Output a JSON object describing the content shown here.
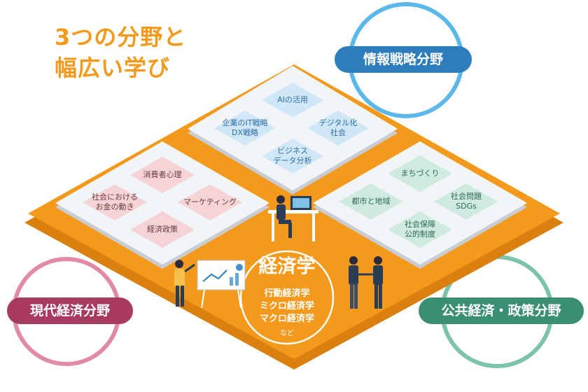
{
  "title": {
    "line1": "3つの分野と",
    "line2": "幅広い学び"
  },
  "fields": {
    "info": {
      "label": "情報戦略分野",
      "color": "#2d7dbd",
      "ring": "#5cb8e8"
    },
    "modern": {
      "label": "現代経済分野",
      "color": "#a8395f",
      "ring": "#e08aa8"
    },
    "public": {
      "label": "公共経済・政策分野",
      "color": "#3a8f73",
      "ring": "#7cc2ac"
    }
  },
  "topics": {
    "info": [
      "AIの活用",
      "企業のIT戦略\nDX戦略",
      "デジタル化\n社会",
      "ビジネス\nデータ分析"
    ],
    "modern": [
      "消費者心理",
      "社会における\nお金の動き",
      "マーケティング",
      "経済政策"
    ],
    "public": [
      "まちづくり",
      "都市と地域",
      "社会問題\nSDGs",
      "社会保障\n公的制度"
    ]
  },
  "center": {
    "title": "経済学",
    "subjects": [
      "行動経済学",
      "ミクロ経済学",
      "マクロ経済学"
    ],
    "etc": "など"
  },
  "colors": {
    "orange": "#f39a1c",
    "orange_dark": "#d9800e"
  }
}
